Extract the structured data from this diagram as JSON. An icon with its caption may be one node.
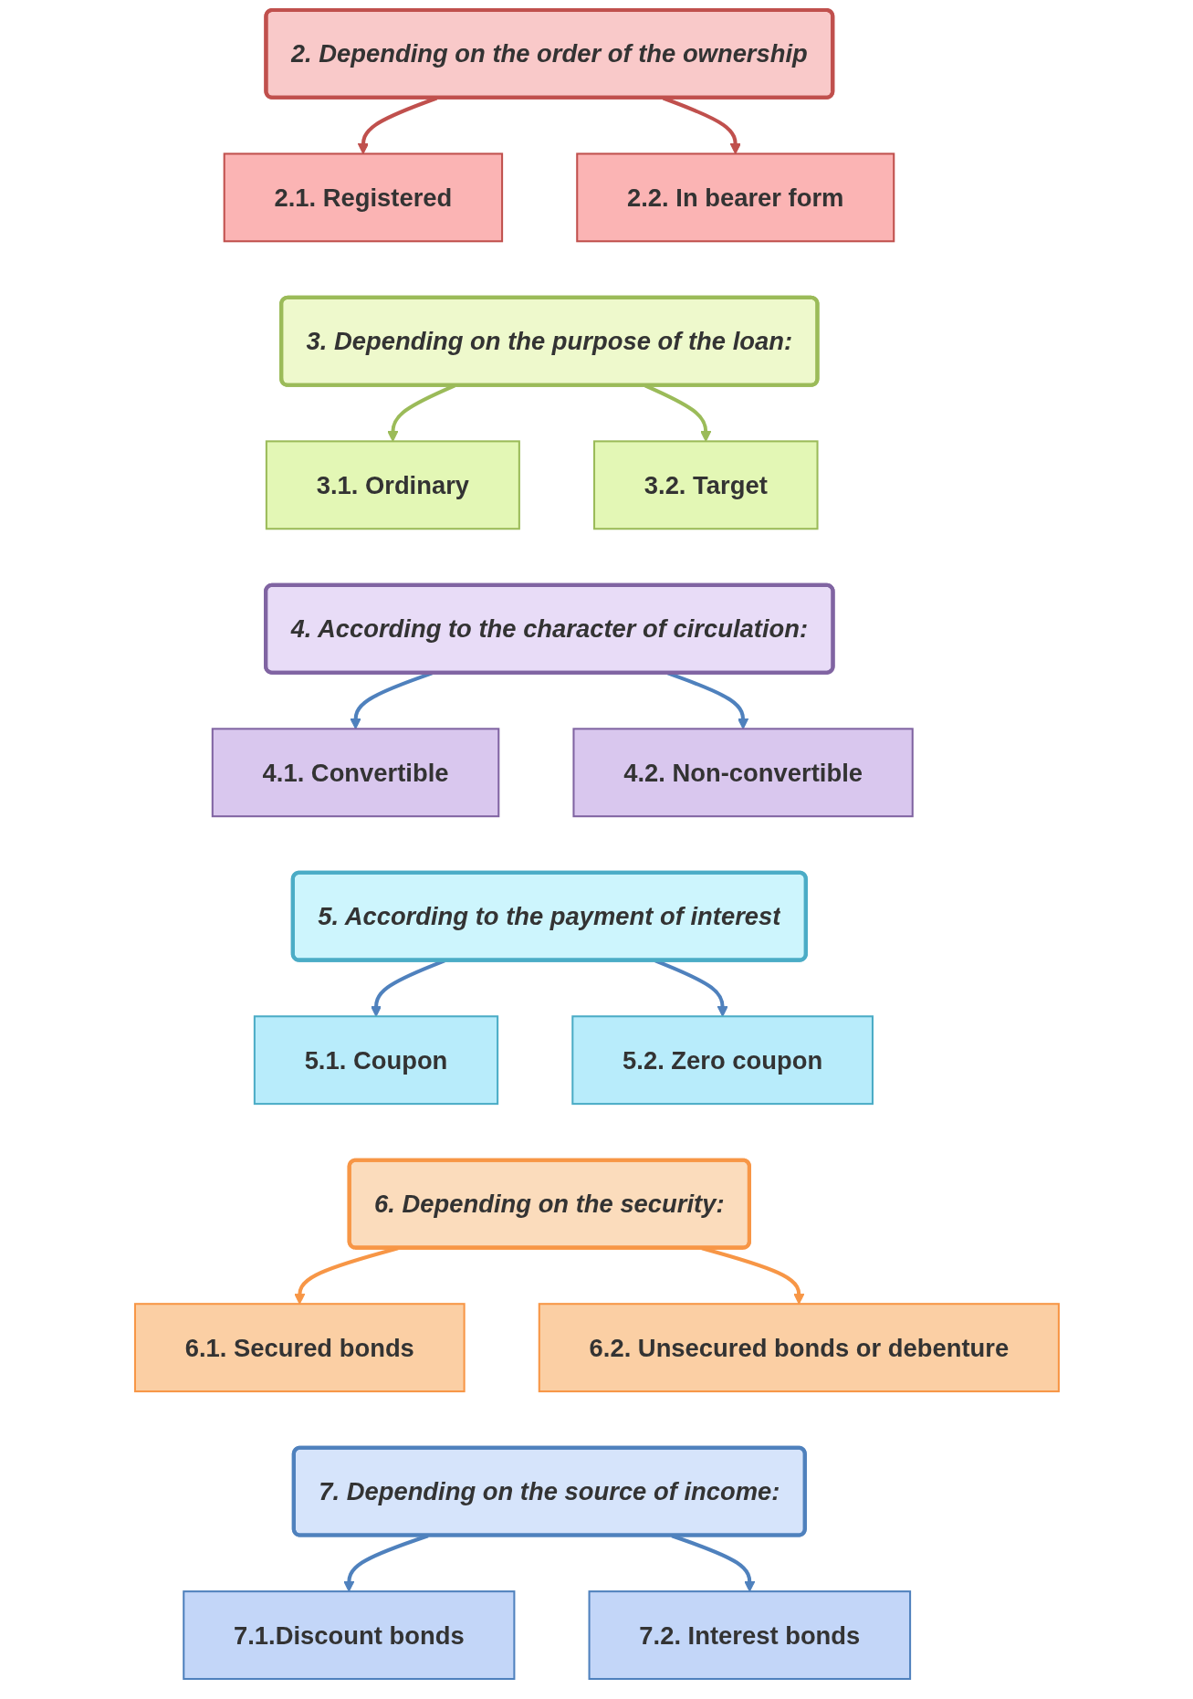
{
  "diagram": {
    "nodes": [
      {
        "text": [
          "2. Depending on the order of the ownership"
        ]
      },
      {
        "text": [
          "2.1. Registered"
        ]
      },
      {
        "text": [
          "2.2. In bearer form"
        ]
      },
      {
        "text": [
          "3. Depending on the purpose of the loan:"
        ]
      },
      {
        "text": [
          "3.1. Ordinary"
        ]
      },
      {
        "text": [
          "3.2. Target"
        ]
      },
      {
        "text": [
          "4. According to the character of circulation:"
        ]
      },
      {
        "text": [
          "4.1. Convertible"
        ]
      },
      {
        "text": [
          "4.2. Non-convertible"
        ]
      },
      {
        "text": [
          "5. According to the payment of interest"
        ]
      },
      {
        "text": [
          "5.1. Coupon"
        ]
      },
      {
        "text": [
          "5.2. Zero coupon"
        ]
      },
      {
        "text": [
          "6. Depending on the security:"
        ]
      },
      {
        "text": [
          "6.1. Secured bonds"
        ]
      },
      {
        "text": [
          "6.2. Unsecured bonds or debenture"
        ]
      },
      {
        "text": [
          "7. Depending on the source of income:"
        ]
      },
      {
        "text": [
          "7.1.Discount bonds"
        ]
      },
      {
        "text": [
          "7.2. Interest bonds"
        ]
      }
    ],
    "edges": [
      {
        "from": 0,
        "to": 1,
        "arrow": "to",
        "color": "#c0504d"
      },
      {
        "from": 0,
        "to": 2,
        "arrow": "to",
        "color": "#c0504d"
      },
      {
        "from": 3,
        "to": 4,
        "arrow": "to",
        "color": "#9bbb59"
      },
      {
        "from": 3,
        "to": 5,
        "arrow": "to",
        "color": "#9bbb59"
      },
      {
        "from": 6,
        "to": 7,
        "arrow": "to"
      },
      {
        "from": 6,
        "to": 8,
        "arrow": "to"
      },
      {
        "from": 9,
        "to": 10,
        "arrow": "to"
      },
      {
        "from": 9,
        "to": 11,
        "arrow": "to"
      },
      {
        "from": 12,
        "to": 13,
        "arrow": "to",
        "color": "#f79646"
      },
      {
        "from": 12,
        "to": 14,
        "arrow": "to",
        "color": "#f79646"
      },
      {
        "from": 15,
        "to": 16,
        "arrow": "to"
      },
      {
        "from": 15,
        "to": 17,
        "arrow": "to"
      }
    ]
  }
}
